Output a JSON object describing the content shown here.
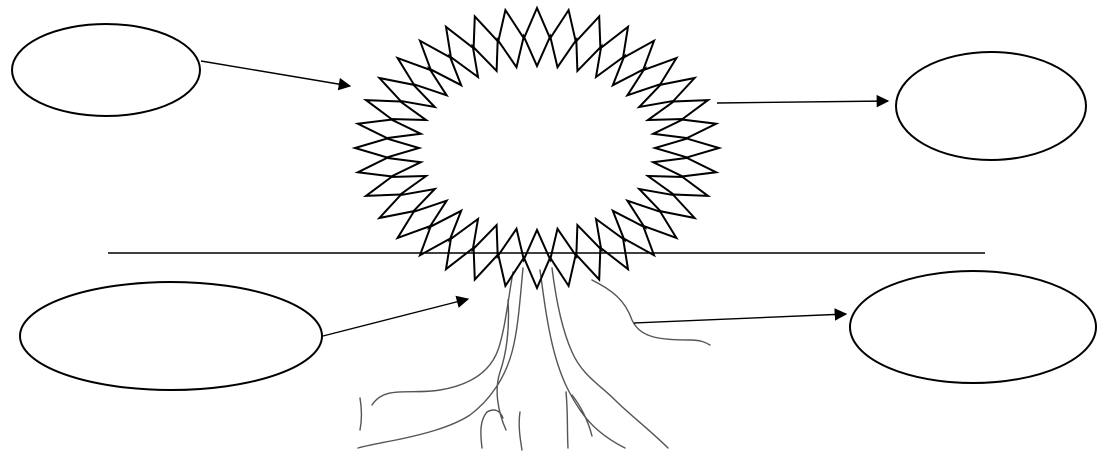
{
  "diagram": {
    "colors": {
      "stroke": "#000000",
      "roots": "#555555",
      "background": "#ffffff"
    },
    "nodes": [
      {
        "id": "top-left-ellipse",
        "label": ""
      },
      {
        "id": "top-right-ellipse",
        "label": ""
      },
      {
        "id": "bottom-left-ellipse",
        "label": ""
      },
      {
        "id": "bottom-right-ellipse",
        "label": ""
      },
      {
        "id": "center-starburst",
        "label": ""
      }
    ],
    "edges": [
      {
        "from": "top-left-ellipse",
        "to": "center-starburst"
      },
      {
        "from": "center-starburst",
        "to": "top-right-ellipse"
      },
      {
        "from": "bottom-left-ellipse",
        "to": "center-starburst"
      },
      {
        "from": "center-starburst",
        "to": "bottom-right-ellipse"
      }
    ]
  }
}
